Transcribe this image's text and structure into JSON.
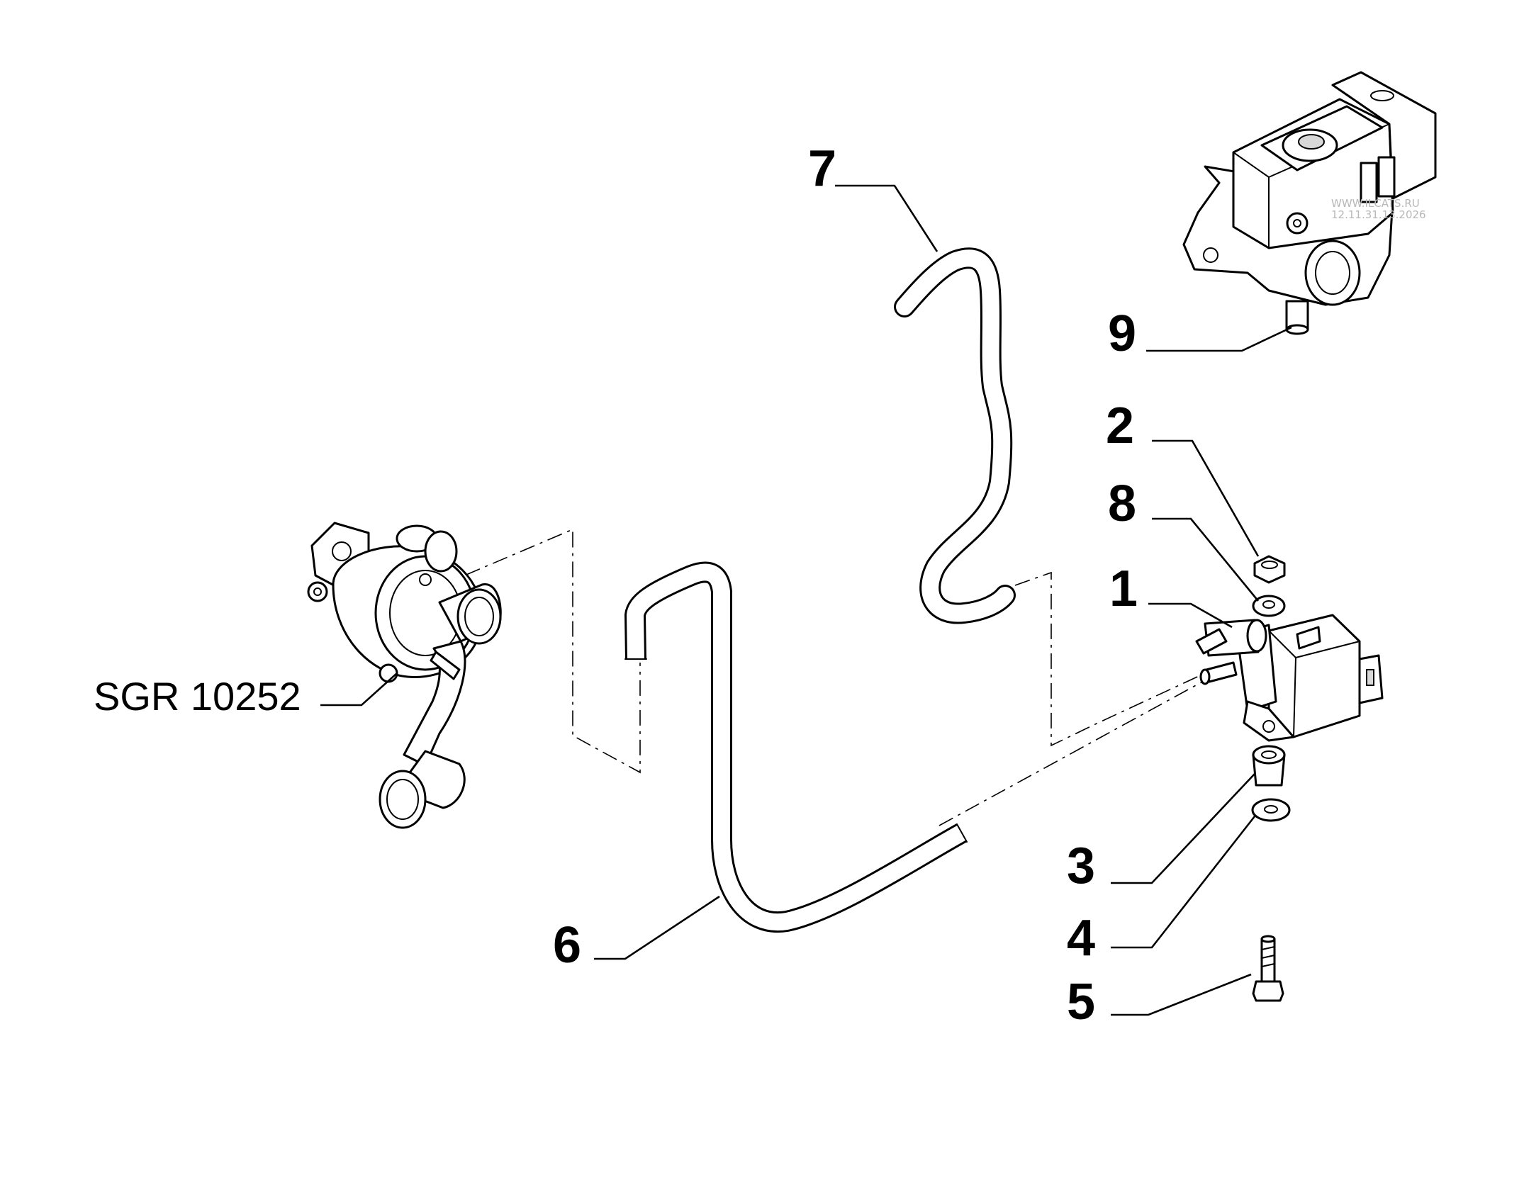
{
  "callouts": {
    "c1": "1",
    "c2": "2",
    "c3": "3",
    "c4": "4",
    "c5": "5",
    "c6": "6",
    "c7": "7",
    "c8": "8",
    "c9": "9",
    "ref": "SGR 10252"
  },
  "watermark": {
    "line1": "WWW.ILCATS.RU",
    "line2": "12.11.31.13.2026"
  }
}
